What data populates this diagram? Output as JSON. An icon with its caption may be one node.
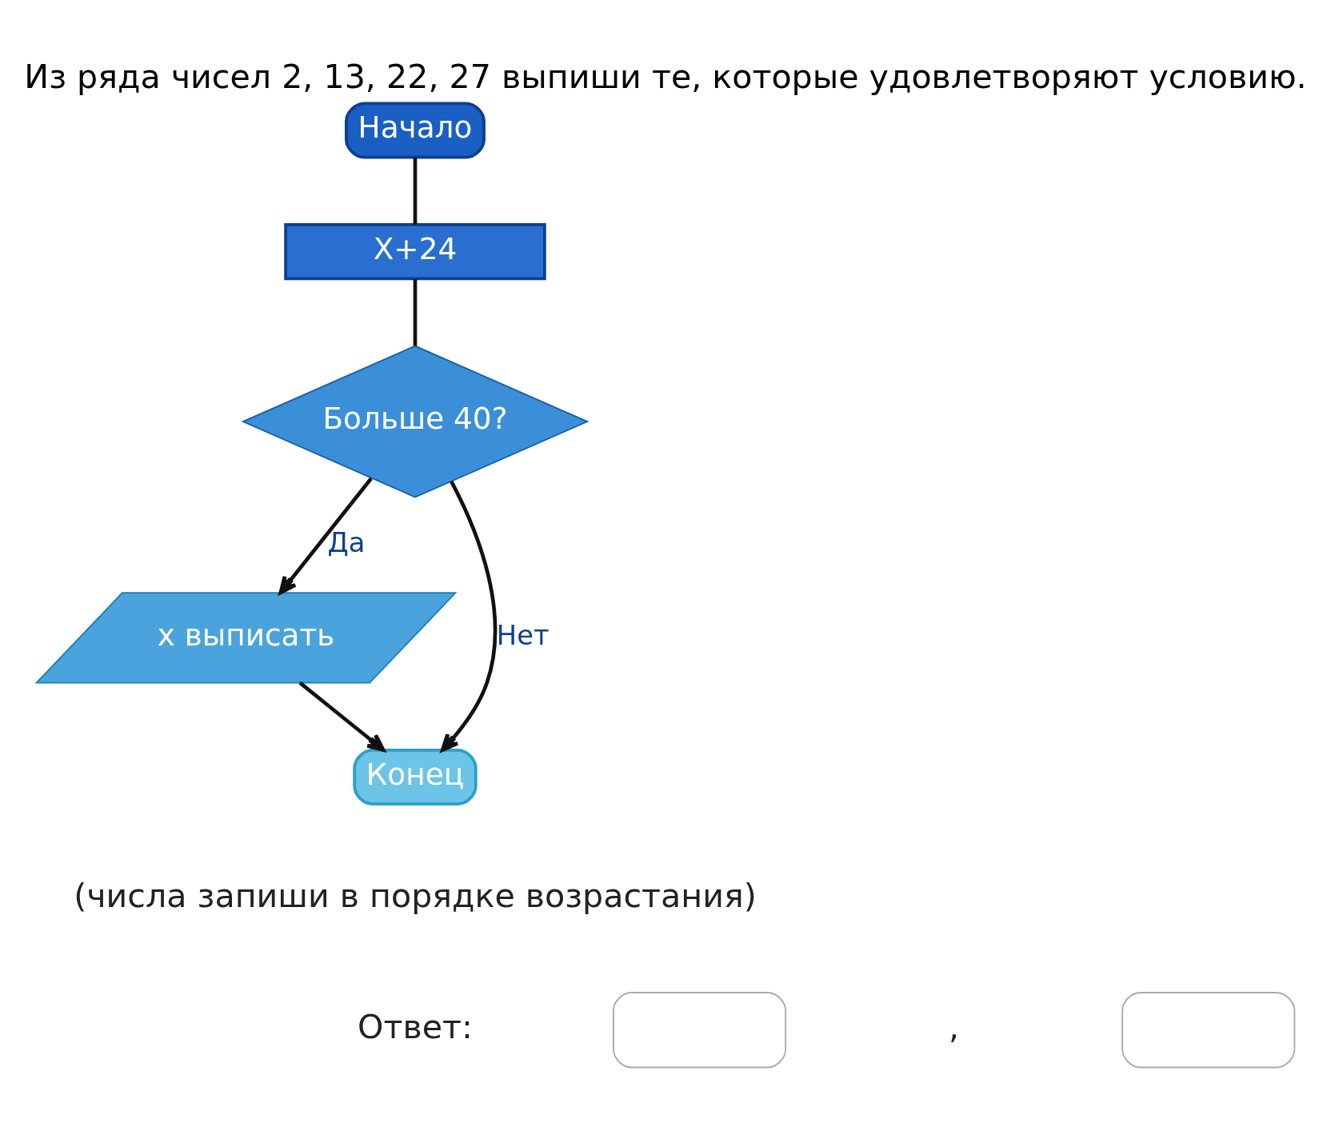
{
  "diagram": {
    "title": "Из ряда чисел 2, 13, 22, 27 выпиши те, которые удовлетворяют условию.",
    "nodes": [
      {
        "text": [
          "Начало"
        ]
      },
      {
        "text": [
          "X+24"
        ]
      },
      {
        "text": [
          "Больше 40?"
        ]
      },
      {
        "text": [
          "х выписать"
        ]
      },
      {
        "text": [
          "Конец"
        ]
      },
      {
        "text": [],
        "shape": "box"
      },
      {
        "text": [],
        "shape": "box"
      }
    ],
    "edges": [
      {
        "from": 0,
        "to": 1,
        "arrow": "none"
      },
      {
        "from": 1,
        "to": 2,
        "arrow": "none"
      },
      {
        "from": 2,
        "to": 3,
        "label": "Да",
        "arrow": "to"
      },
      {
        "from": 3,
        "to": 4,
        "arrow": "to"
      },
      {
        "from": 2,
        "to": 4,
        "label": "Нет",
        "arrow": "to"
      }
    ],
    "labels": [
      "(числа запиши в порядке возрастания)",
      "Ответ:",
      ","
    ]
  }
}
